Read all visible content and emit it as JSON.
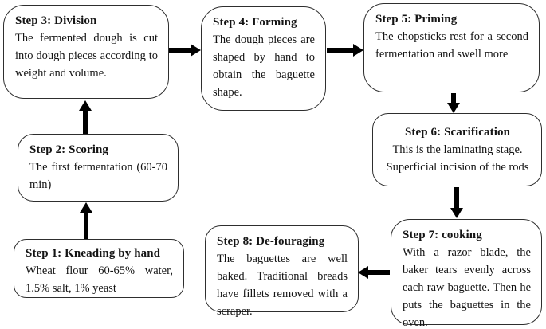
{
  "boxes": [
    {
      "id": "step1",
      "title": "Step 1: Kneading by hand",
      "body": "Wheat flour 60-65% water, 1.5% salt, 1% yeast"
    },
    {
      "id": "step2",
      "title": "Step 2: Scoring",
      "body": "The first fermentation (60-70 min)"
    },
    {
      "id": "step3",
      "title": "Step 3: Division",
      "body": "The fermented dough is cut into dough pieces according to weight and volume."
    },
    {
      "id": "step4",
      "title": "Step 4: Forming",
      "body": "The dough pieces are shaped by hand to obtain the baguette shape."
    },
    {
      "id": "step5",
      "title": "Step 5: Priming",
      "body": "The chopsticks rest for a second fermentation and swell more"
    },
    {
      "id": "step6",
      "title": "Step 6: Scarification",
      "body": "This is the laminating stage. Superficial incision of the rods"
    },
    {
      "id": "step7",
      "title": "Step 7: cooking",
      "body": "With a razor blade, the baker tears evenly across each raw baguette. Then he puts the baguettes in the oven."
    },
    {
      "id": "step8",
      "title": "Step 8: De-fouraging",
      "body": "The baguettes are well baked. Traditional breads have fillets removed with a scraper."
    }
  ],
  "arrows": [
    {
      "from": "Step 1",
      "to": "Step 2",
      "direction": "up"
    },
    {
      "from": "Step 2",
      "to": "Step 3",
      "direction": "up"
    },
    {
      "from": "Step 3",
      "to": "Step 4",
      "direction": "right"
    },
    {
      "from": "Step 4",
      "to": "Step 5",
      "direction": "right"
    },
    {
      "from": "Step 5",
      "to": "Step 6",
      "direction": "down"
    },
    {
      "from": "Step 6",
      "to": "Step 7",
      "direction": "down"
    },
    {
      "from": "Step 7",
      "to": "Step 8",
      "direction": "left"
    }
  ],
  "colors": {
    "background": "#ffffff",
    "box_border": "#2e2e2e",
    "arrow": "#000000",
    "text": "#141414"
  }
}
